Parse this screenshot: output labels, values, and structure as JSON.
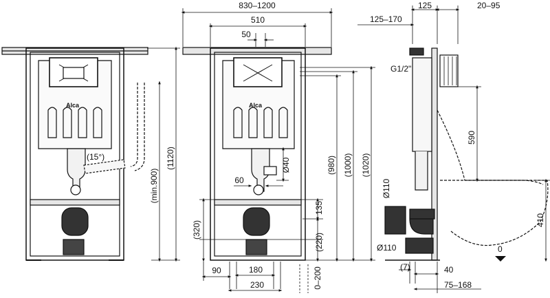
{
  "brand": "Alca",
  "front_view_a": {
    "pipe_angle": "(15°)",
    "height_total": "(1120)",
    "height_min": "(min.900)"
  },
  "front_view_b": {
    "width_range": "830–1200",
    "frame_width": "510",
    "inlet_offset": "50",
    "outlet_dia": "Ø40",
    "outlet_offset": "60",
    "leg_height": "135",
    "height_980": "(980)",
    "height_1000": "(1000)",
    "height_1020": "(1020)",
    "height_320": "(320)",
    "height_220": "(220)",
    "dim_90": "90",
    "dim_180": "180",
    "dim_230": "230",
    "floor_adj": "0–200"
  },
  "side_view": {
    "dim_125": "125",
    "dim_20_95": "20–95",
    "dim_125_170": "125–170",
    "thread": "G1/2\"",
    "dim_590": "590",
    "dia_110_a": "Ø110",
    "dia_110_b": "Ø110",
    "dim_7": "(7)",
    "dim_40": "40",
    "dim_75_168": "75–168",
    "dim_410": "410",
    "zero_level": "0"
  }
}
